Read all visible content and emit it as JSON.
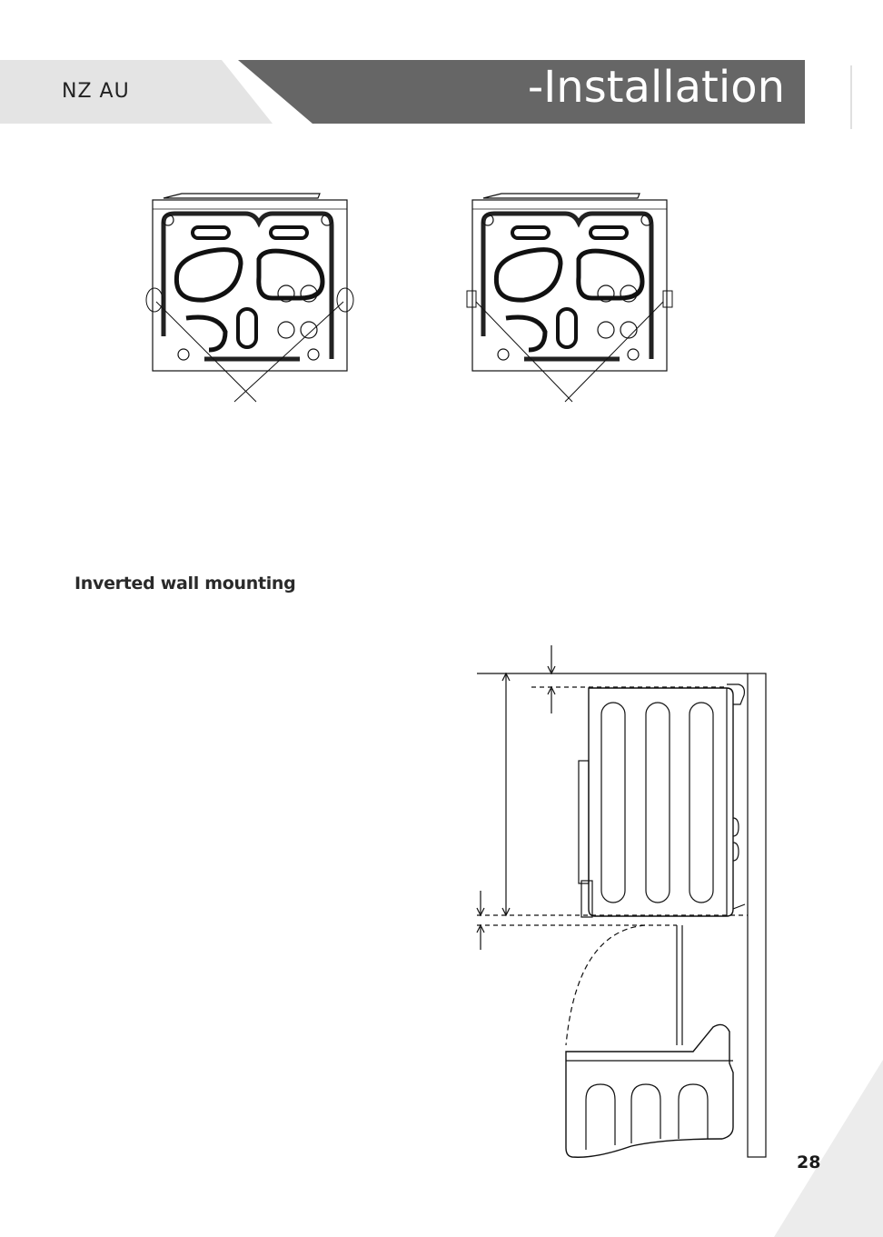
{
  "header": {
    "region_label": "NZ AU",
    "section_title": "-Installation"
  },
  "section": {
    "subheading": "Inverted wall mounting"
  },
  "footer": {
    "page_number": "28"
  },
  "icons": [
    "rear-panel-diagram",
    "inverted-wall-mount-diagram"
  ],
  "colors": {
    "banner": "#666666",
    "tab": "#e4e4e4",
    "corner": "#ececec"
  }
}
